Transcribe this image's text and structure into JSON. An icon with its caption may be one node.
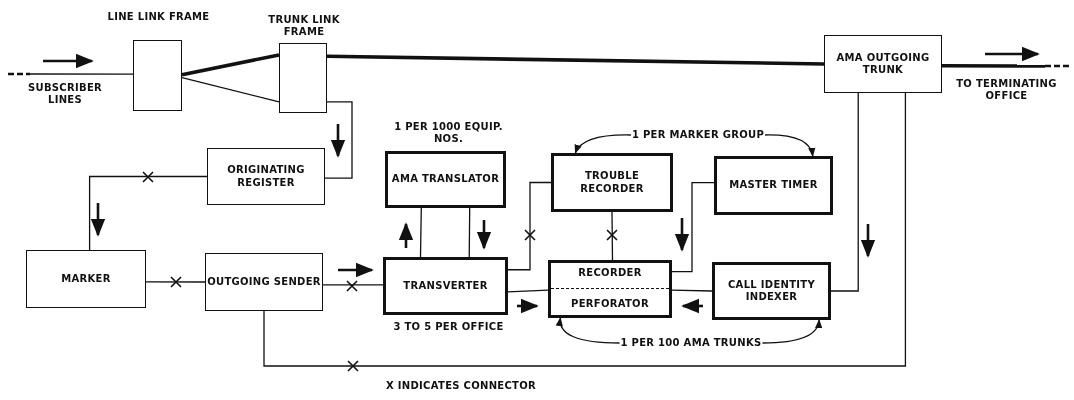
{
  "diagram": {
    "nodes": [
      {
        "text": [
          "LINE LINK FRAME"
        ]
      },
      {
        "text": [
          "TRUNK LINK FRAME"
        ]
      },
      {
        "text": [
          "AMA OUTGOING TRUNK"
        ]
      },
      {
        "text": [
          "ORIGINATING REGISTER"
        ]
      },
      {
        "text": [
          "AMA TRANSLATOR"
        ],
        "beside": [
          "1 PER 1000 EQUIP. NOS."
        ]
      },
      {
        "text": [
          "TROUBLE RECORDER"
        ]
      },
      {
        "text": [
          "MASTER TIMER"
        ]
      },
      {
        "text": [
          "MARKER"
        ]
      },
      {
        "text": [
          "OUTGOING SENDER"
        ]
      },
      {
        "text": [
          "TRANSVERTER"
        ],
        "beside": [
          "3 TO 5 PER OFFICE"
        ]
      },
      {
        "text": [
          "RECORDER",
          "PERFORATOR"
        ]
      },
      {
        "text": [
          "CALL IDENTITY INDEXER"
        ]
      },
      {
        "text": [
          "1 PER MARKER GROUP"
        ]
      },
      {
        "text": [
          "1 PER 100 AMA TRUNKS"
        ]
      }
    ],
    "edges": [
      {
        "from": null,
        "to": 0,
        "arrow": "none",
        "label": "SUBSCRIBER LINES"
      },
      {
        "from": 0,
        "to": 1,
        "arrow": "none",
        "style": "thick"
      },
      {
        "from": 0,
        "to": 1,
        "arrow": "none"
      },
      {
        "from": 1,
        "to": 2,
        "arrow": "none",
        "style": "thick"
      },
      {
        "from": 2,
        "to": null,
        "arrow": "none",
        "label": "TO TERMINATING OFFICE",
        "style": "thick"
      },
      {
        "from": 1,
        "to": 3,
        "arrow": "none"
      },
      {
        "from": 3,
        "to": 7,
        "arrow": "none"
      },
      {
        "from": 7,
        "to": 8,
        "arrow": "none"
      },
      {
        "from": 8,
        "to": 9,
        "arrow": "none"
      },
      {
        "from": 9,
        "to": 4,
        "arrow": "none"
      },
      {
        "from": 4,
        "to": 9,
        "arrow": "none"
      },
      {
        "from": 9,
        "to": 5,
        "arrow": "none"
      },
      {
        "from": 5,
        "to": 10,
        "arrow": "none"
      },
      {
        "from": 6,
        "to": 10,
        "arrow": "none"
      },
      {
        "from": 9,
        "to": 10,
        "arrow": "none"
      },
      {
        "from": 11,
        "to": 10,
        "arrow": "none"
      },
      {
        "from": 2,
        "to": 11,
        "arrow": "none"
      },
      {
        "from": 8,
        "to": 2,
        "arrow": "none"
      },
      {
        "from": 12,
        "to": 5,
        "arrow": "to"
      },
      {
        "from": 12,
        "to": 6,
        "arrow": "to"
      },
      {
        "from": 13,
        "to": 10,
        "arrow": "to"
      },
      {
        "from": 13,
        "to": 11,
        "arrow": "to"
      }
    ],
    "labels": [
      "X INDICATES CONNECTOR"
    ]
  }
}
